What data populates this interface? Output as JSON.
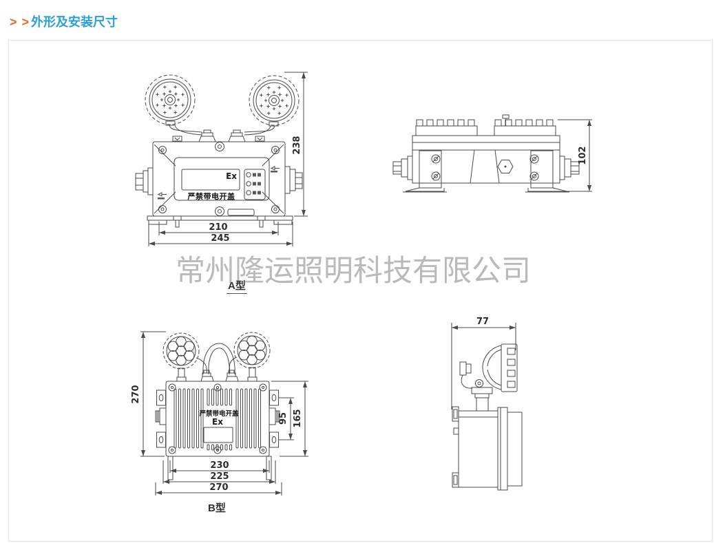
{
  "header": {
    "marker": "> >",
    "title": "外形及安装尺寸"
  },
  "watermark": "常州隆运照明科技有限公司",
  "colors": {
    "accent_orange": "#f3641e",
    "accent_blue": "#2b9fd9",
    "drawing_line": "#4a4a4a",
    "watermark_gray": "#aeaeae",
    "panel_border": "#e4e4e4"
  },
  "model_a": {
    "label": "A型",
    "front": {
      "ex": "Ex",
      "warning": "严禁带电开盖",
      "dims": {
        "height": "238",
        "mount_width": "210",
        "overall_width": "245"
      }
    },
    "top": {
      "dims": {
        "depth": "102"
      }
    }
  },
  "model_b": {
    "label": "B型",
    "front": {
      "ex": "Ex",
      "warning": "严禁带电开盖",
      "dims": {
        "height": "270",
        "hole_span": "95",
        "bracket_height": "165",
        "inner_width": "230",
        "mid_width": "225",
        "overall_width": "270"
      }
    },
    "side": {
      "dims": {
        "depth": "77"
      }
    }
  }
}
